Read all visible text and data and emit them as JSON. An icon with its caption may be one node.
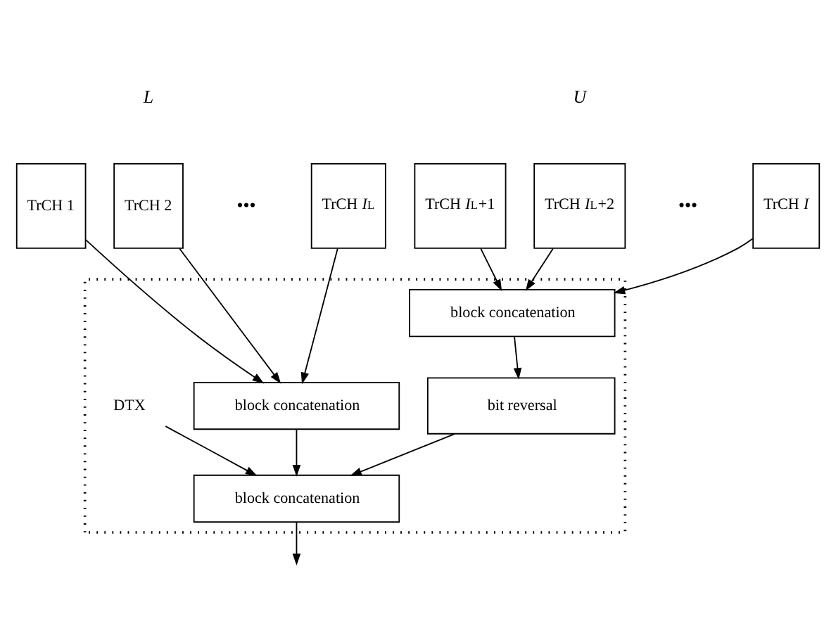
{
  "diagram": {
    "nodes": [
      {
        "text": [
          "TrCH 1"
        ]
      },
      {
        "text": [
          "TrCH 2"
        ]
      },
      {
        "text": [
          "TrCH *I*$_{L}$"
        ]
      },
      {
        "text": [
          "TrCH *I*$_{L}$+1"
        ]
      },
      {
        "text": [
          "TrCH *I*$_{L}$+2"
        ]
      },
      {
        "text": [
          "TrCH *I*"
        ]
      },
      {
        "text": [],
        "shape": "box"
      },
      {
        "text": [
          "block concatenation"
        ],
        "in": 6
      },
      {
        "text": [
          "block concatenation"
        ],
        "in": 6
      },
      {
        "text": [
          "DTX"
        ],
        "in": 6
      },
      {
        "text": [
          "bit reversal"
        ],
        "in": 6
      },
      {
        "text": [
          "block concatenation"
        ],
        "in": 6
      }
    ],
    "edges": [
      {
        "from": 0,
        "to": 7,
        "arrow": "to"
      },
      {
        "from": 1,
        "to": 7,
        "arrow": "to"
      },
      {
        "from": 2,
        "to": 7,
        "arrow": "to"
      },
      {
        "from": 3,
        "to": 8,
        "arrow": "to"
      },
      {
        "from": 4,
        "to": 8,
        "arrow": "to"
      },
      {
        "from": 5,
        "to": 8,
        "arrow": "to"
      },
      {
        "from": 7,
        "to": 11,
        "arrow": "to"
      },
      {
        "from": 8,
        "to": 10,
        "arrow": "to"
      },
      {
        "from": 9,
        "to": 11,
        "arrow": "to"
      },
      {
        "from": 10,
        "to": 11,
        "arrow": "to"
      },
      {
        "from": 11,
        "to": null,
        "arrow": "to"
      }
    ],
    "labels": [
      "*L*",
      "*U*",
      "•••",
      "•••"
    ]
  }
}
